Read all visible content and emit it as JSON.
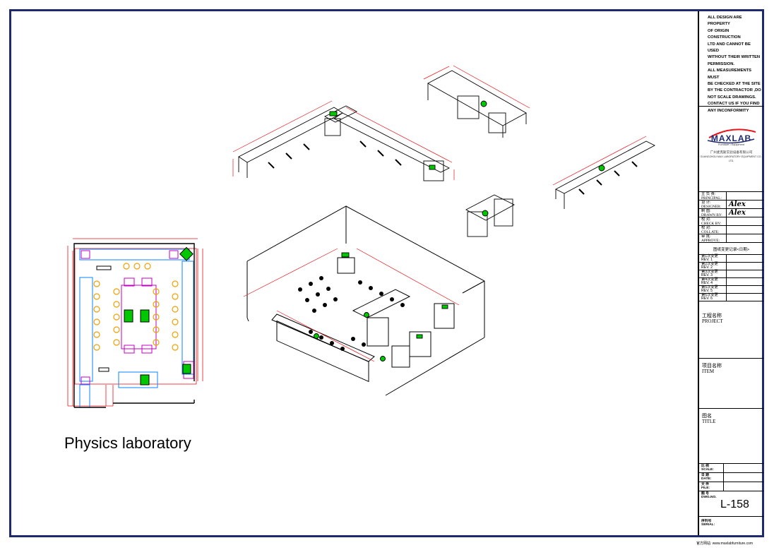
{
  "notes": [
    "ALL DESIGN ARE PROPERTY",
    "OF ORIGIN CONSTRUCTION",
    "LTD AND CANNOT BE USED",
    "WITHOUT THEIR WRITTEN",
    "PERMISSION.",
    "ALL MEASUREMENTS MUST",
    "BE CHECKED AT THE SITE",
    "BY THE CONTRACTOR ,DO",
    "NOT SCALE DRAWINGS.",
    "CONTACT US IF YOU FIND",
    "ANY INCONFORMITY"
  ],
  "logo": {
    "word": "MAXLAB",
    "tagline": "Furniture • Equipment",
    "company_cn": "广州麦克斯实验设备有限公司",
    "company_en": "GUANGZHOU MAX LABORATORY EQUIPMENT CO., LTD."
  },
  "roles": [
    {
      "cn": "主 负 责:",
      "en": "PRINCIPAL:",
      "value": ""
    },
    {
      "cn": "设    计:",
      "en": "DESIGNER:",
      "value": "Alex"
    },
    {
      "cn": "制    图:",
      "en": "DRAWN BY:",
      "value": "Alex"
    },
    {
      "cn": "校    对:",
      "en": "CHECK BY:",
      "value": ""
    },
    {
      "cn": "校    对:",
      "en": "COLLATE:",
      "value": ""
    },
    {
      "cn": "审    批:",
      "en": "APPROVE:",
      "value": ""
    }
  ],
  "revision_header": "图纸变更记录<日期>",
  "revisions": [
    {
      "cn": "第1次变更",
      "en": "REV. 1"
    },
    {
      "cn": "第2次变更",
      "en": "REV. 2"
    },
    {
      "cn": "第3次变更",
      "en": "REV. 3"
    },
    {
      "cn": "第4次变更",
      "en": "REV. 4"
    },
    {
      "cn": "第5次变更",
      "en": "REV. 5"
    },
    {
      "cn": "第6次变更",
      "en": "REV. 6"
    }
  ],
  "project": {
    "cn": "工程名称",
    "en": "PROJECT"
  },
  "item": {
    "cn": "项目名称",
    "en": "ITEM"
  },
  "title_block": {
    "cn": "图名",
    "en": "TITLE"
  },
  "scale": {
    "cn": "比    例",
    "en": "SCALE:"
  },
  "date": {
    "cn": "日    期",
    "en": "DATE:"
  },
  "file": {
    "cn": "文    件",
    "en": "FILE:"
  },
  "dwg": {
    "cn": "图    号",
    "en": "DWG.NO.",
    "value": "L-158"
  },
  "serial": {
    "cn": "序列号",
    "en": "SERIAL:"
  },
  "footer": "官方网站: www.maxlabfurniture.com",
  "drawing_title": "Physics laboratory",
  "colors": {
    "frame": "#1f2a6e",
    "dimension": "#e8141b",
    "fixture": "#c400c4",
    "chair": "#f0a000",
    "sink": "#00c800",
    "bench": "#1e90ff"
  }
}
